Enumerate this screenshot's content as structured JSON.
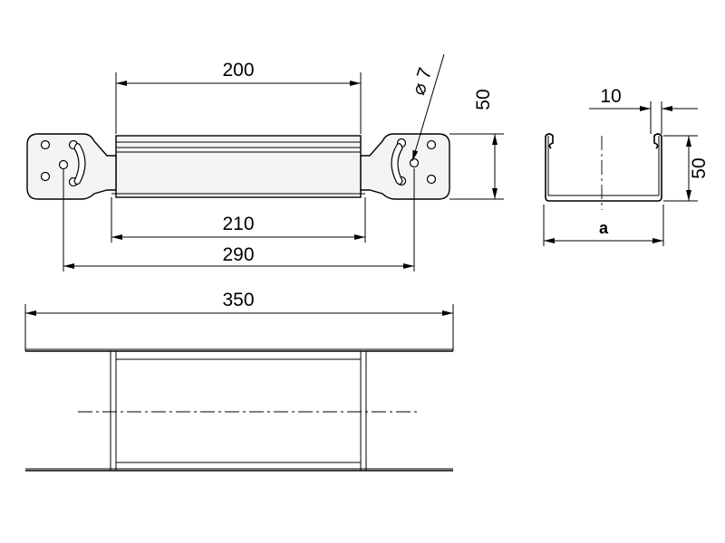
{
  "dimensions": {
    "top_width_200": "200",
    "hole_diameter": "⌀ 7",
    "height_50_side": "50",
    "inner_210": "210",
    "outer_290": "290",
    "overall_350": "350",
    "flange_10": "10",
    "profile_height_50": "50",
    "profile_width_a": "a"
  }
}
